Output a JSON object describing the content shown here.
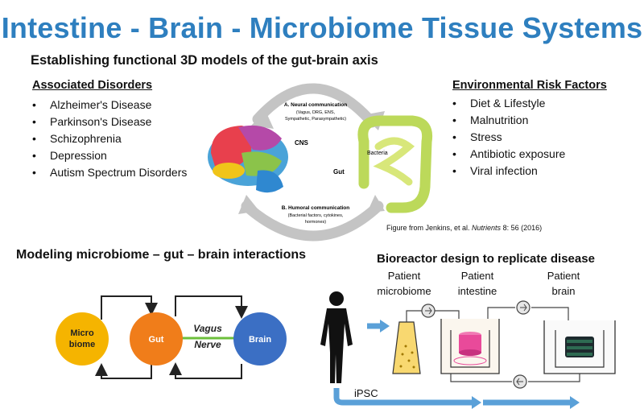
{
  "title": "Intestine - Brain - Microbiome Tissue Systems",
  "subtitle": "Establishing functional 3D models of the gut-brain axis",
  "disorders": {
    "heading": "Associated Disorders",
    "items": [
      "Alzheimer's Disease",
      "Parkinson's Disease",
      "Schizophrenia",
      "Depression",
      "Autism Spectrum Disorders"
    ]
  },
  "risk_factors": {
    "heading": "Environmental Risk Factors",
    "items": [
      "Diet & Lifestyle",
      "Malnutrition",
      "Stress",
      "Antibiotic exposure",
      "Viral infection"
    ]
  },
  "figure": {
    "neural_title": "A. Neural communication",
    "neural_detail_1": "(Vagus, DRG, ENS,",
    "neural_detail_2": "Sympathetic, Parasympathetic)",
    "humoral_title": "B. Humoral communication",
    "humoral_detail_1": "(Bacterial factors, cytokines,",
    "humoral_detail_2": "hormones)",
    "cns_label": "CNS",
    "gut_label": "Gut",
    "bacteria_label": "Bacteria",
    "credit_prefix": "Figure from Jenkins, et al. ",
    "credit_journal": "Nutrients",
    "credit_suffix": " 8: 56 (2016)"
  },
  "modeling": {
    "heading": "Modeling microbiome – gut – brain interactions",
    "micro_line1": "Micro",
    "micro_line2": "biome",
    "gut": "Gut",
    "vagus_line1": "Vagus",
    "vagus_line2": "Nerve",
    "brain": "Brain"
  },
  "bioreactor": {
    "heading": "Bioreactor design to replicate disease",
    "patient_microbiome_1": "Patient",
    "patient_microbiome_2": "microbiome",
    "patient_intestine_1": "Patient",
    "patient_intestine_2": "intestine",
    "patient_brain_1": "Patient",
    "patient_brain_2": "brain",
    "ipsc": "iPSC"
  },
  "colors": {
    "title": "#2e7fbf",
    "microbiome_circle": "#f5b400",
    "gut_circle": "#f07d1a",
    "brain_circle": "#3b6fc4",
    "vagus_line": "#6cbf3b",
    "arrow_blue": "#5aa0d8"
  }
}
